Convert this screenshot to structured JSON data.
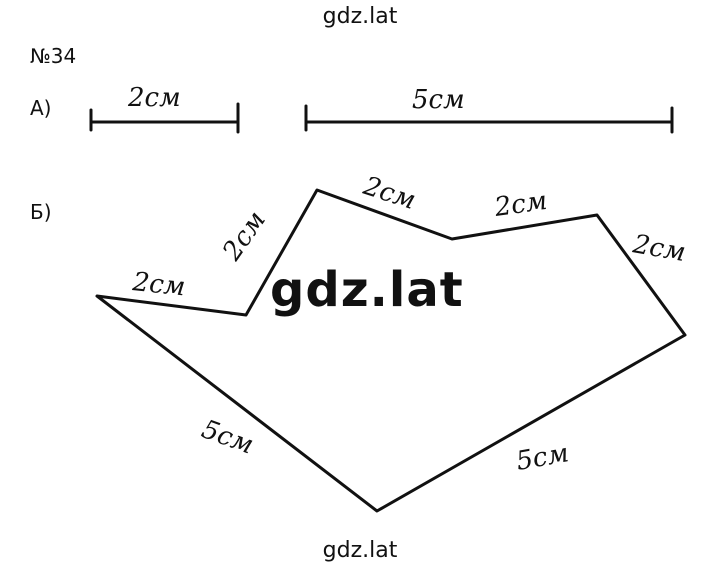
{
  "watermark": {
    "top": "gdz.lat",
    "center": "gdz.lat",
    "bottom": "gdz.lat"
  },
  "task": {
    "number": "№34",
    "part_a": "А)",
    "part_b": "Б)"
  },
  "segments_a": [
    {
      "label": "2см"
    },
    {
      "label": "5см"
    }
  ],
  "polygon_sides": [
    {
      "label": "2см"
    },
    {
      "label": "2см"
    },
    {
      "label": "2см"
    },
    {
      "label": "2см"
    },
    {
      "label": "2см"
    },
    {
      "label": "5см"
    },
    {
      "label": "5см"
    }
  ]
}
